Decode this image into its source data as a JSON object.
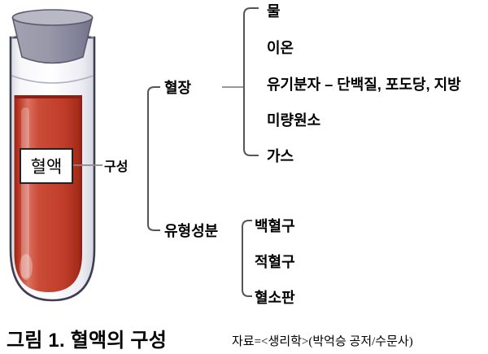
{
  "tube": {
    "label": "혈액",
    "colors": {
      "liquid": "#c23f2b",
      "liquid_dark": "#8e1f14",
      "stopper": "#9595a6",
      "stopper_top": "#b9b9c6",
      "glass_outline": "#3e3e52"
    }
  },
  "diagram": {
    "connector_label": "구성",
    "branches": [
      {
        "label": "혈장",
        "children": [
          "물",
          "이온",
          "유기분자 – 단백질, 포도당, 지방",
          "미량원소",
          "가스"
        ]
      },
      {
        "label": "유형성분",
        "children": [
          "백혈구",
          "적혈구",
          "혈소판"
        ]
      }
    ]
  },
  "caption": {
    "figure": "그림 1. 혈액의 구성",
    "source": "자료=<생리학>(박억승 공저/수문사)"
  }
}
